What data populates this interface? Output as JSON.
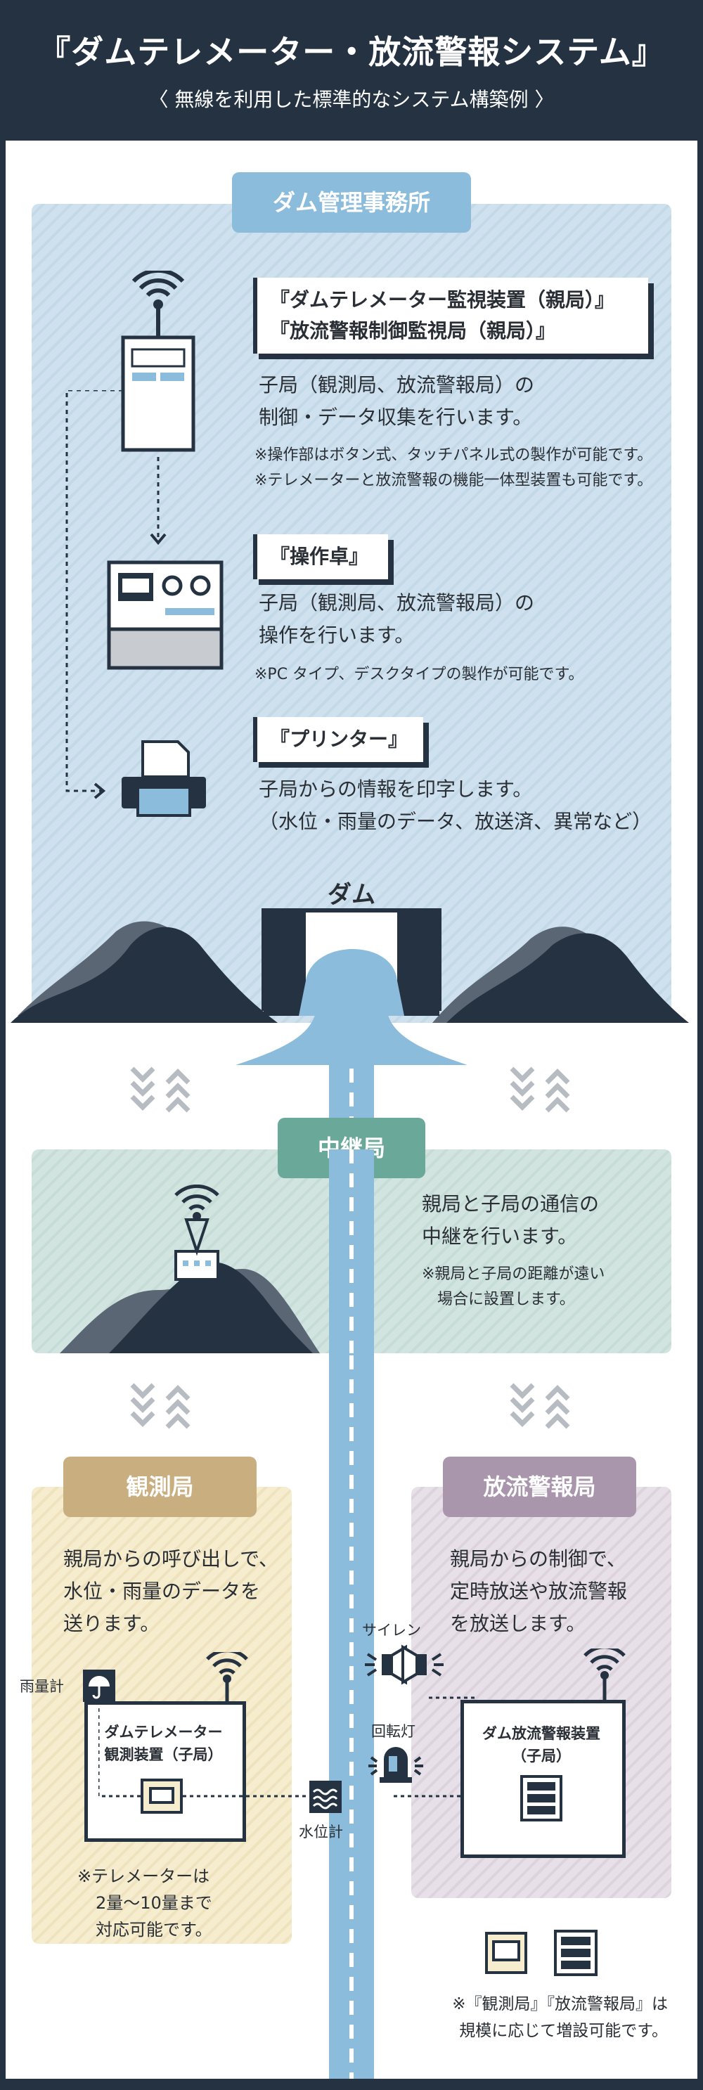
{
  "header": {
    "title": "『ダムテレメーター・放流警報システム』",
    "subtitle": "〈 無線を利用した標準的なシステム構築例 〉"
  },
  "dam_office": {
    "label": "ダム管理事務所",
    "parent_station": {
      "title_line1": "『ダムテレメーター監視装置（親局）』",
      "title_line2": "『放流警報制御監視局（親局）』",
      "desc_line1": "子局（観測局、放流警報局）の",
      "desc_line2": "制御・データ収集を行います。",
      "note1": "※操作部はボタン式、タッチパネル式の製作が可能です。",
      "note2": "※テレメーターと放流警報の機能一体型装置も可能です。"
    },
    "console": {
      "title": "『操作卓』",
      "desc_line1": "子局（観測局、放流警報局）の",
      "desc_line2": "操作を行います。",
      "note": "※PC タイプ、デスクタイプの製作が可能です。"
    },
    "printer": {
      "title": "『プリンター』",
      "desc_line1": "子局からの情報を印字します。",
      "desc_line2": "（水位・雨量のデータ、放送済、異常など）"
    },
    "dam_label": "ダム"
  },
  "relay": {
    "label": "中継局",
    "desc_line1": "親局と子局の通信の",
    "desc_line2": "中継を行います。",
    "note_line1": "※親局と子局の距離が遠い",
    "note_line2": "場合に設置します。"
  },
  "observation": {
    "label": "観測局",
    "desc_line1": "親局からの呼び出しで、",
    "desc_line2": "水位・雨量のデータを",
    "desc_line3": "送ります。",
    "rain_gauge": "雨量計",
    "device_line1": "ダムテレメーター",
    "device_line2": "観測装置（子局）",
    "water_gauge": "水位計",
    "note_line1": "※テレメーターは",
    "note_line2": "2量〜10量まで",
    "note_line3": "対応可能です。"
  },
  "warning": {
    "label": "放流警報局",
    "desc_line1": "親局からの制御で、",
    "desc_line2": "定時放送や放流警報",
    "desc_line3": "を放送します。",
    "siren": "サイレン",
    "beacon": "回転灯",
    "device_line1": "ダム放流警報装置",
    "device_line2": "（子局）"
  },
  "footer_note": {
    "line1": "※『観測局』『放流警報局』は",
    "line2": "規模に応じて増設可能です。"
  },
  "colors": {
    "navy": "#243242",
    "river": "#8cbcdc",
    "office_pill": "#8cbcdc",
    "relay_pill": "#6aa89a",
    "obs_pill": "#c9ae80",
    "warn_pill": "#a996ad"
  }
}
